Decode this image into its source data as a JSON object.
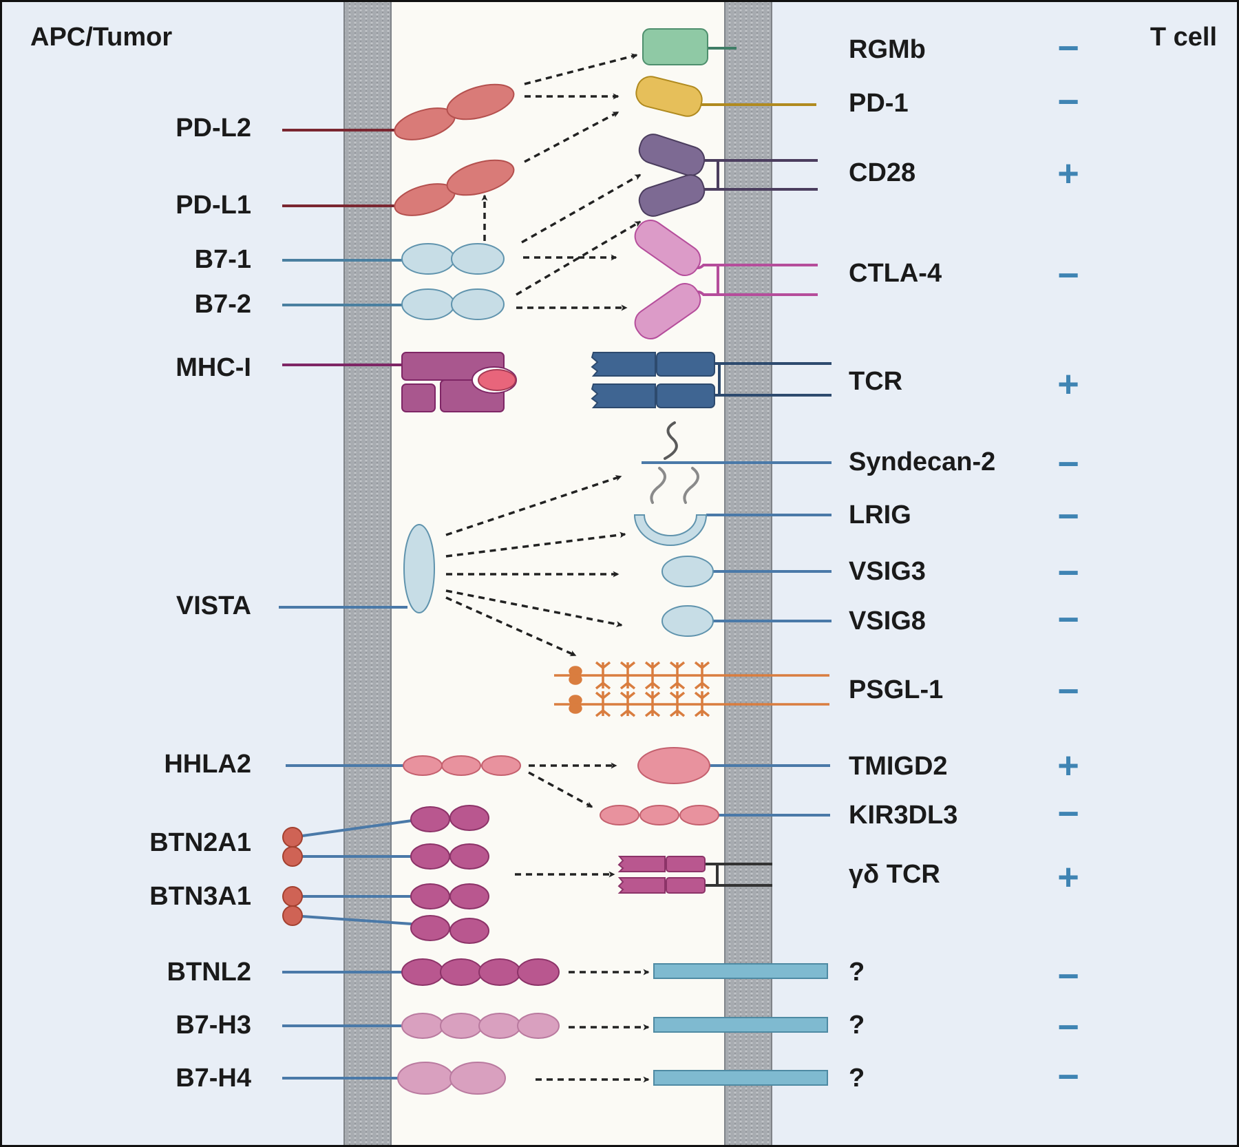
{
  "side_labels": {
    "left": "APC/Tumor",
    "right": "T cell"
  },
  "ligands": [
    {
      "key": "pdl2",
      "label": "PD-L2"
    },
    {
      "key": "pdl1",
      "label": "PD-L1"
    },
    {
      "key": "b71",
      "label": "B7-1"
    },
    {
      "key": "b72",
      "label": "B7-2"
    },
    {
      "key": "mhc1",
      "label": "MHC-I"
    },
    {
      "key": "vista",
      "label": "VISTA"
    },
    {
      "key": "hhla2",
      "label": "HHLA2"
    },
    {
      "key": "btn2a1",
      "label": "BTN2A1"
    },
    {
      "key": "btn3a1",
      "label": "BTN3A1"
    },
    {
      "key": "btnl2",
      "label": "BTNL2"
    },
    {
      "key": "b7h3",
      "label": "B7-H3"
    },
    {
      "key": "b7h4",
      "label": "B7-H4"
    }
  ],
  "receptors": [
    {
      "key": "rgmb",
      "label": "RGMb",
      "sign": "−"
    },
    {
      "key": "pd1",
      "label": "PD-1",
      "sign": "−"
    },
    {
      "key": "cd28",
      "label": "CD28",
      "sign": "+"
    },
    {
      "key": "ctla4",
      "label": "CTLA-4",
      "sign": "−"
    },
    {
      "key": "tcr",
      "label": "TCR",
      "sign": "+"
    },
    {
      "key": "syndecan2",
      "label": "Syndecan-2",
      "sign": "−"
    },
    {
      "key": "lrig",
      "label": "LRIG",
      "sign": "−"
    },
    {
      "key": "vsig3",
      "label": "VSIG3",
      "sign": "−"
    },
    {
      "key": "vsig8",
      "label": "VSIG8",
      "sign": "−"
    },
    {
      "key": "psgl1",
      "label": "PSGL-1",
      "sign": "−"
    },
    {
      "key": "tmigd2",
      "label": "TMIGD2",
      "sign": "+"
    },
    {
      "key": "kir3dl3",
      "label": "KIR3DL3",
      "sign": "−"
    },
    {
      "key": "gdtcr",
      "label": "γδ TCR",
      "sign": "+"
    },
    {
      "key": "unknown1",
      "label": "?",
      "sign": "−"
    },
    {
      "key": "unknown2",
      "label": "?",
      "sign": "−"
    },
    {
      "key": "unknown3",
      "label": "?",
      "sign": "−"
    }
  ],
  "colors": {
    "cell_bg": "#e8eef6",
    "synapse_bg": "#fbfaf5",
    "membrane": "#9fa3a8",
    "pdl": "#d97b78",
    "b7": "#c7dde6",
    "mhc": "#a9578e",
    "rgmb": "#8fc9a5",
    "pd1": "#e6bf5a",
    "cd28": "#7d6a93",
    "ctla4": "#dc9bc8",
    "tcr": "#3f6592",
    "vista": "#c7dde6",
    "psgl1": "#d97d3f",
    "hhla2": "#e8929e",
    "btn": "#b9578f",
    "btn_head": "#cf6355",
    "b7h3": "#d9a0bf",
    "unknown_bar": "#7fbad0",
    "line_blue": "#4a79a8",
    "sign": "#3f84b3"
  }
}
